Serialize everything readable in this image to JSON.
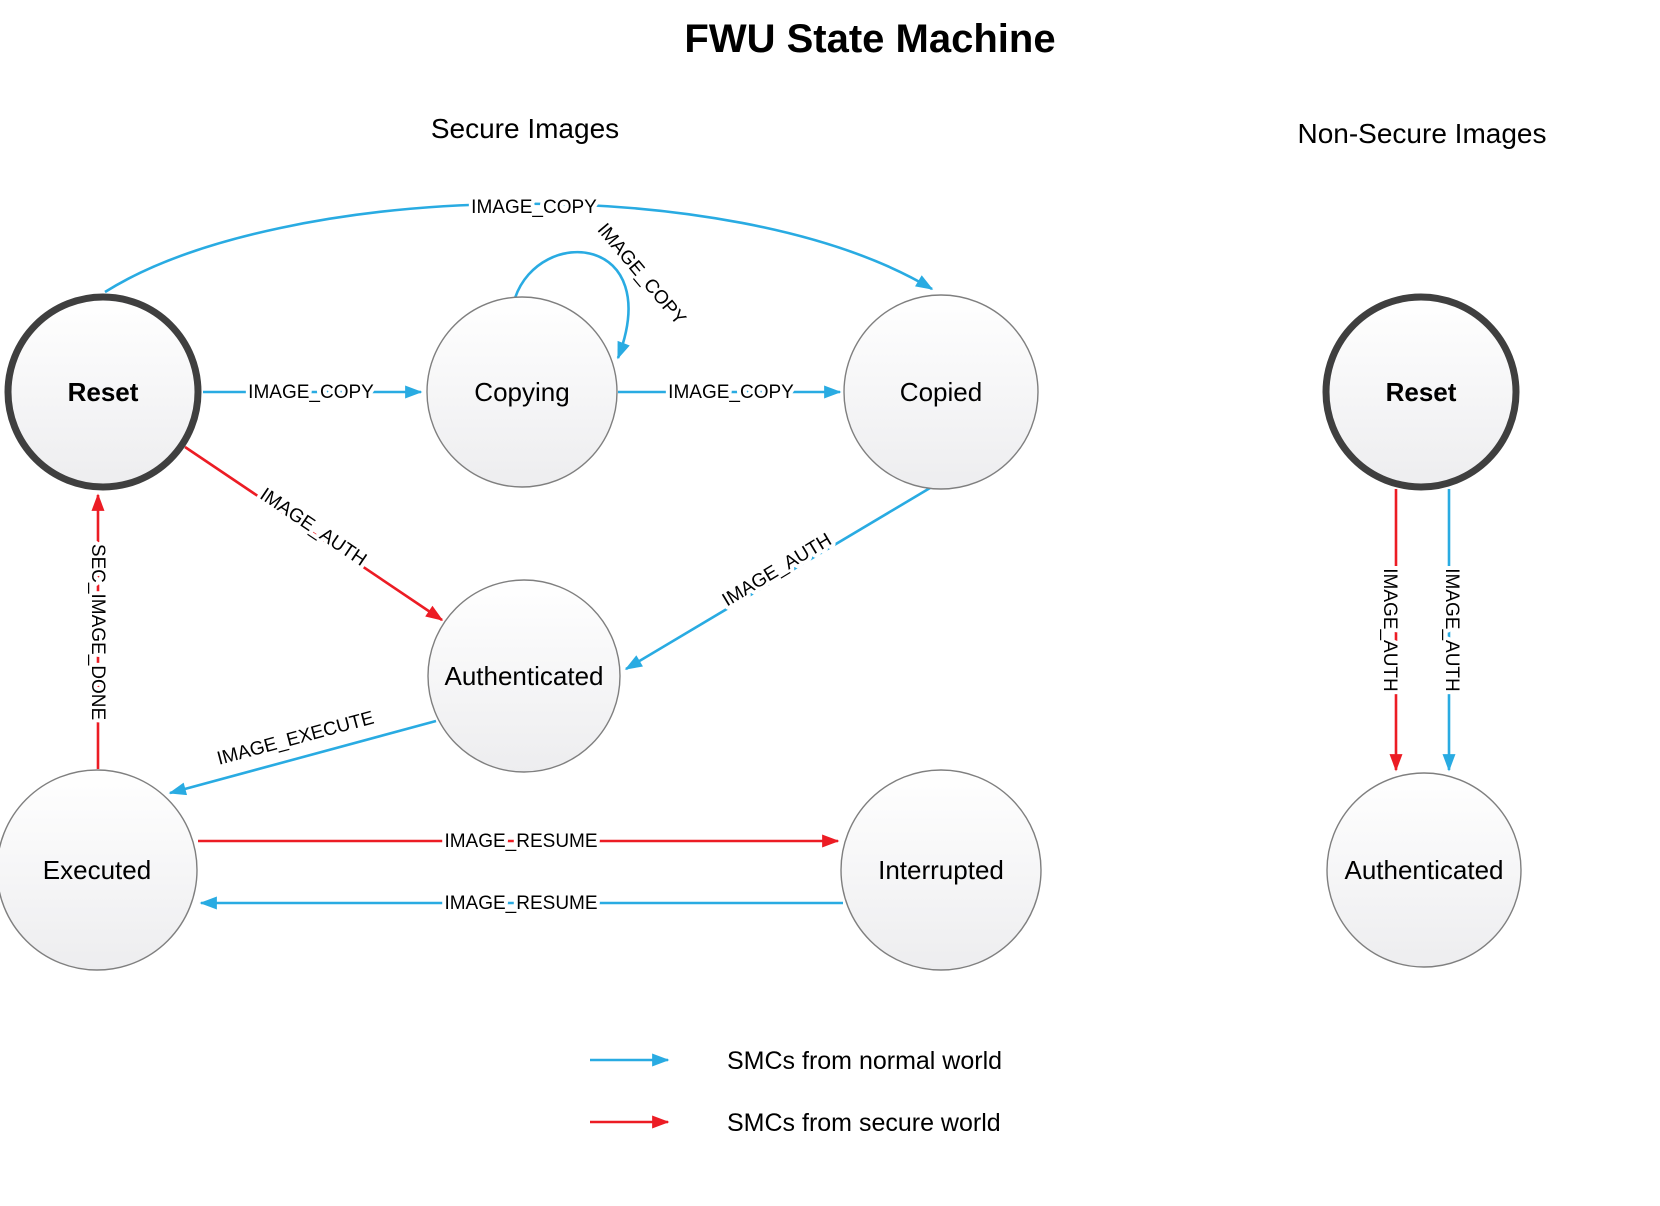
{
  "title": "FWU State Machine",
  "sections": {
    "secure": "Secure Images",
    "non_secure": "Non-Secure Images"
  },
  "states": {
    "secure_reset": "Reset",
    "copying": "Copying",
    "copied": "Copied",
    "authenticated": "Authenticated",
    "executed": "Executed",
    "interrupted": "Interrupted",
    "nonsecure_reset": "Reset",
    "nonsecure_authenticated": "Authenticated"
  },
  "transitions": {
    "reset_to_copying": "IMAGE_COPY",
    "copying_self": "IMAGE_COPY",
    "copying_to_copied": "IMAGE_COPY",
    "reset_to_copied": "IMAGE_COPY",
    "reset_to_authenticated": "IMAGE_AUTH",
    "copied_to_authenticated": "IMAGE_AUTH",
    "authenticated_to_executed": "IMAGE_EXECUTE",
    "executed_to_reset": "SEC_IMAGE_DONE",
    "executed_to_interrupted": "IMAGE_RESUME",
    "interrupted_to_executed": "IMAGE_RESUME",
    "ns_reset_to_authenticated_secure": "IMAGE_AUTH",
    "ns_reset_to_authenticated_normal": "IMAGE_AUTH"
  },
  "legend": {
    "normal_world": "SMCs from normal world",
    "secure_world": "SMCs from secure world"
  },
  "colors": {
    "blue": "#29ABE2",
    "red": "#EC1C24",
    "node-border": "#7F7F7F",
    "node-border-bold": "#3F3F3F",
    "text": "#000000"
  }
}
